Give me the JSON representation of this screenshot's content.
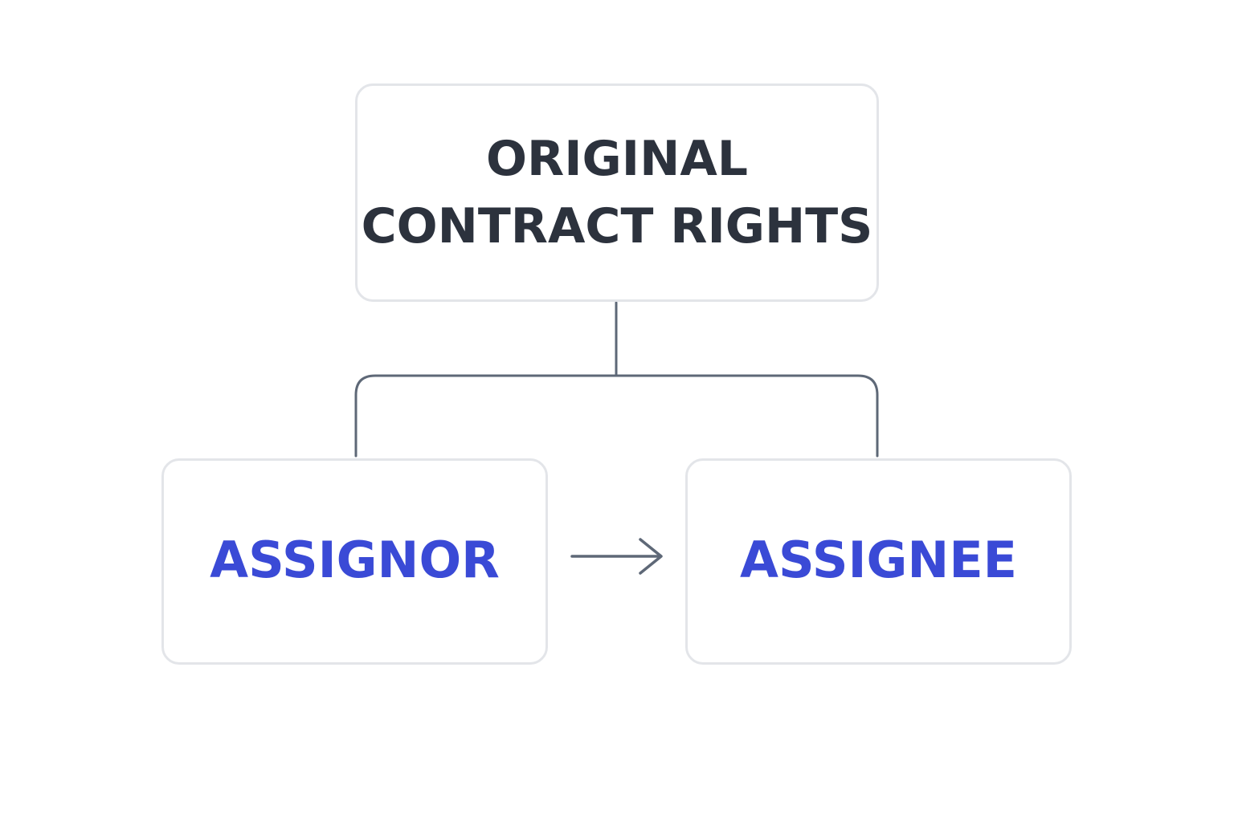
{
  "diagram": {
    "root": {
      "lines": [
        "ORIGINAL",
        "CONTRACT RIGHTS"
      ]
    },
    "left_child": {
      "label": "ASSIGNOR"
    },
    "right_child": {
      "label": "ASSIGNEE"
    },
    "transfer_arrow": {
      "icon": "arrow-right-icon",
      "from": "ASSIGNOR",
      "to": "ASSIGNEE"
    }
  },
  "colors": {
    "background": "#ffffff",
    "box_border": "#e3e5e9",
    "root_text": "#2c323d",
    "party_text": "#3a4ad6",
    "connector": "#5e6877"
  }
}
